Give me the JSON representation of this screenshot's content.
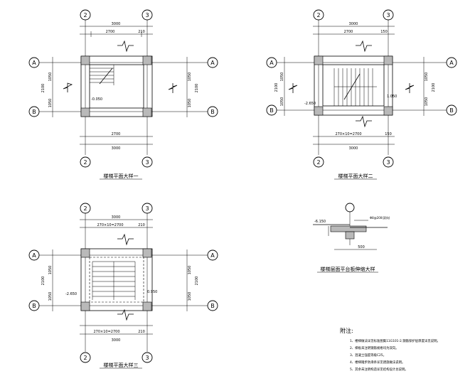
{
  "plans": [
    {
      "title": "楼梯平面大样一",
      "top_dims": [
        "3000",
        "2700",
        "210"
      ],
      "bottom_dims": [
        "2700",
        "3000"
      ],
      "side_dims": [
        "1050",
        "2100",
        "1050"
      ],
      "level": "-0.050",
      "top_axes": [
        "2",
        "3"
      ],
      "bottom_axes": [
        "2",
        "3"
      ],
      "side_axes": [
        "A",
        "B"
      ]
    },
    {
      "title": "楼梯平面大样二",
      "top_dims": [
        "3000",
        "2700",
        "150"
      ],
      "bottom_dims": [
        "270×10=2700",
        "3000",
        "150"
      ],
      "side_dims": [
        "1050",
        "2100",
        "1050"
      ],
      "level": "1.050",
      "level2": "-2.650",
      "top_axes": [
        "2",
        "3"
      ],
      "bottom_axes": [
        "2",
        "3"
      ],
      "side_axes": [
        "A",
        "B"
      ]
    },
    {
      "title": "楼梯平面大样三",
      "top_dims": [
        "3000",
        "270×10=2700",
        "210"
      ],
      "bottom_dims": [
        "270×10=2700",
        "210",
        "3000"
      ],
      "side_dims": [
        "1050",
        "2100",
        "1050"
      ],
      "level": "0.950",
      "level2": "-2.650",
      "top_axes": [
        "2",
        "3"
      ],
      "bottom_axes": [
        "2",
        "3"
      ],
      "side_axes": [
        "A",
        "B"
      ]
    }
  ],
  "detail": {
    "title": "楼梯层面平台板伸缩大样",
    "level": "-6.150",
    "dim": "500",
    "annotation": "Φ8@200(双向)"
  },
  "notes": {
    "heading": "附注:",
    "lines": [
      "1、楼梯做法详见标准图集11G101-2,钢筋保护层厚度详见说明。",
      "2、梯板未注明钢筋规格均为双向。",
      "3、混凝土强度等级C25。",
      "4、楼梯踏步防滑条详见建施做法说明。",
      "5、其余未注明构造详见结构设计总说明。"
    ]
  }
}
